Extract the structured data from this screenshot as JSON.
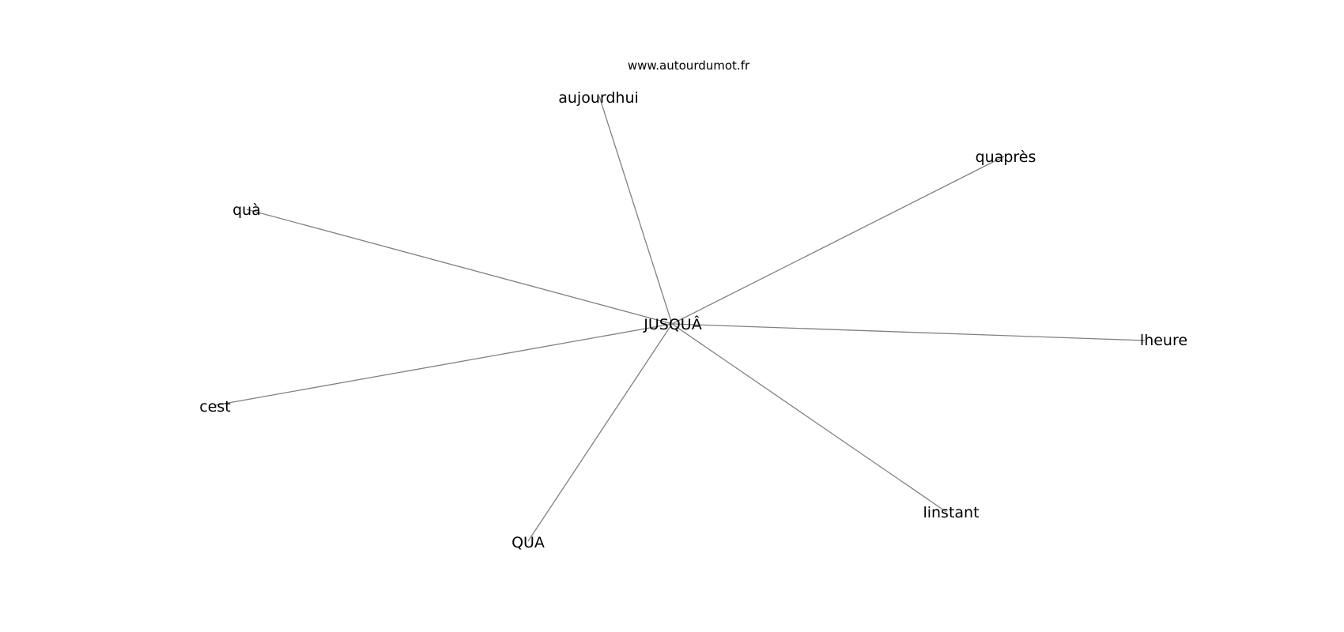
{
  "site": "www.autourdumot.fr",
  "center": {
    "label": "JUSQUÂ"
  },
  "nodes": [
    {
      "id": "aujourdhui",
      "label": "aujourdhui"
    },
    {
      "id": "quapres",
      "label": "quaprès"
    },
    {
      "id": "qua-grave",
      "label": "quà"
    },
    {
      "id": "lheure",
      "label": "lheure"
    },
    {
      "id": "cest",
      "label": "cest"
    },
    {
      "id": "linstant",
      "label": "linstant"
    },
    {
      "id": "qua-upper",
      "label": "QUA"
    }
  ],
  "edges": [
    [
      "center",
      "aujourdhui"
    ],
    [
      "center",
      "quapres"
    ],
    [
      "center",
      "qua-grave"
    ],
    [
      "center",
      "lheure"
    ],
    [
      "center",
      "cest"
    ],
    [
      "center",
      "linstant"
    ],
    [
      "center",
      "qua-upper"
    ]
  ]
}
